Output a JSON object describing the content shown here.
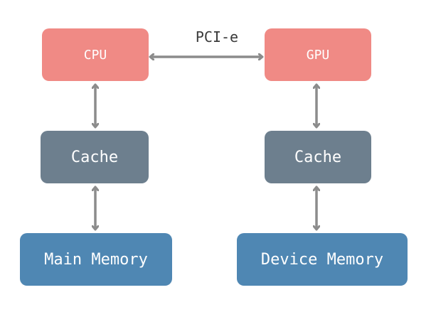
{
  "diagram": {
    "pcie_label": "PCI-e",
    "host": {
      "cpu": "CPU",
      "cache": "Cache",
      "memory": "Main Memory"
    },
    "device": {
      "gpu": "GPU",
      "cache": "Cache",
      "memory": "Device Memory"
    },
    "colors": {
      "processor": "#f08a85",
      "cache": "#6d7f8e",
      "memory": "#4f87b3",
      "arrow": "#8c8c8c"
    }
  }
}
